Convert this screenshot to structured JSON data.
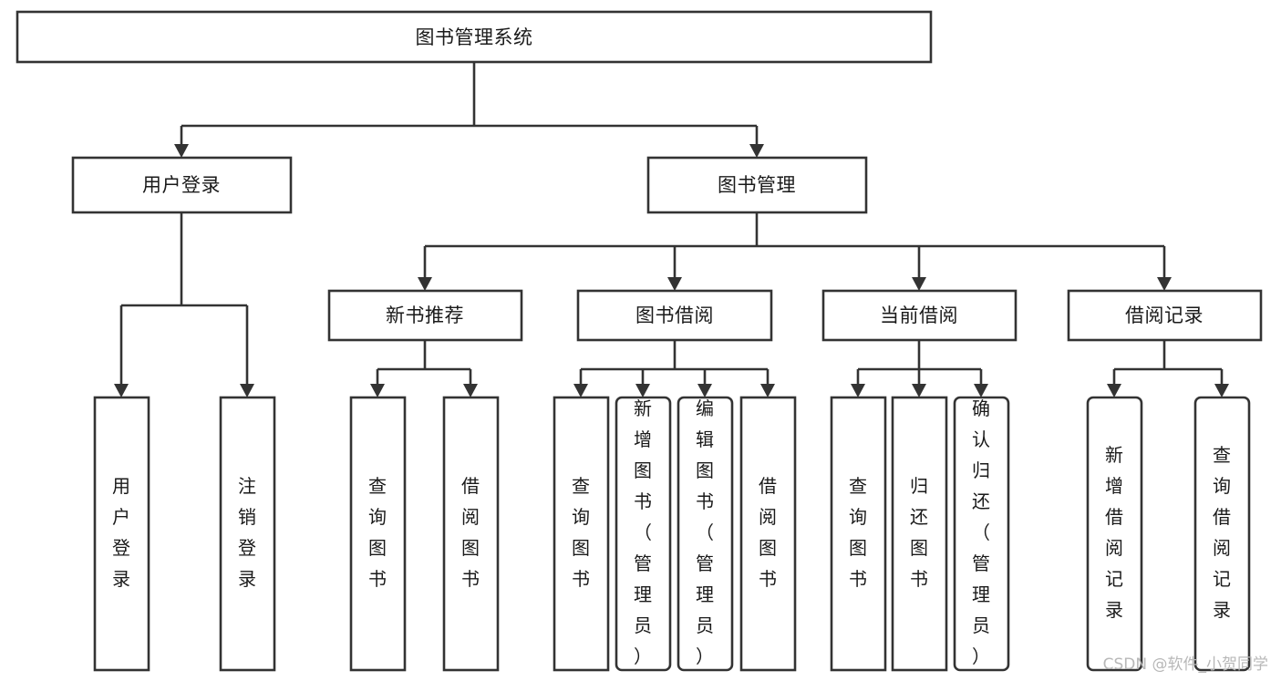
{
  "diagram": {
    "type": "tree",
    "title": "图书管理系统",
    "watermark": "CSDN @软件_小贺同学",
    "colors": {
      "stroke": "#333333",
      "fill": "#ffffff",
      "text": "#1a1a1a",
      "watermark": "#b8b8b8"
    },
    "levels": {
      "root": {
        "label": "图书管理系统"
      },
      "level2": [
        {
          "id": "user-login",
          "label": "用户登录"
        },
        {
          "id": "book-management",
          "label": "图书管理"
        }
      ],
      "level3": [
        {
          "id": "new-book-recommend",
          "label": "新书推荐",
          "parent": "book-management"
        },
        {
          "id": "book-borrow",
          "label": "图书借阅",
          "parent": "book-management"
        },
        {
          "id": "current-borrow",
          "label": "当前借阅",
          "parent": "book-management"
        },
        {
          "id": "borrow-record",
          "label": "借阅记录",
          "parent": "book-management"
        }
      ],
      "leaves": [
        {
          "id": "leaf-user-login",
          "label": "用户登录",
          "parent": "user-login"
        },
        {
          "id": "leaf-logout-login",
          "label": "注销登录",
          "parent": "user-login"
        },
        {
          "id": "leaf-query-book-1",
          "label": "查询图书",
          "parent": "new-book-recommend"
        },
        {
          "id": "leaf-borrow-book-1",
          "label": "借阅图书",
          "parent": "new-book-recommend"
        },
        {
          "id": "leaf-query-book-2",
          "label": "查询图书",
          "parent": "book-borrow"
        },
        {
          "id": "leaf-add-book",
          "label": "新增图书（管理员）",
          "parent": "book-borrow"
        },
        {
          "id": "leaf-edit-book",
          "label": "编辑图书（管理员）",
          "parent": "book-borrow"
        },
        {
          "id": "leaf-borrow-book-2",
          "label": "借阅图书",
          "parent": "book-borrow"
        },
        {
          "id": "leaf-query-book-3",
          "label": "查询图书",
          "parent": "current-borrow"
        },
        {
          "id": "leaf-return-book",
          "label": "归还图书",
          "parent": "current-borrow"
        },
        {
          "id": "leaf-confirm-return",
          "label": "确认归还（管理员）",
          "parent": "current-borrow"
        },
        {
          "id": "leaf-add-record",
          "label": "新增借阅记录",
          "parent": "borrow-record"
        },
        {
          "id": "leaf-query-record",
          "label": "查询借阅记录",
          "parent": "borrow-record"
        }
      ]
    }
  }
}
